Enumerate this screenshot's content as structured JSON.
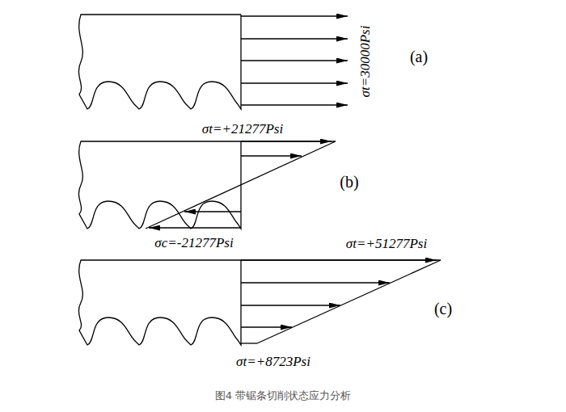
{
  "diagram": {
    "caption": "图4 带锯条切削状态应力分析",
    "labels": [
      "σt=30000Psi",
      "(a)",
      "σt=+21277Psi",
      "(b)",
      "σc=-21277Psi",
      "σt=+51277Psi",
      "(c)",
      "σt=+8723Psi"
    ]
  }
}
